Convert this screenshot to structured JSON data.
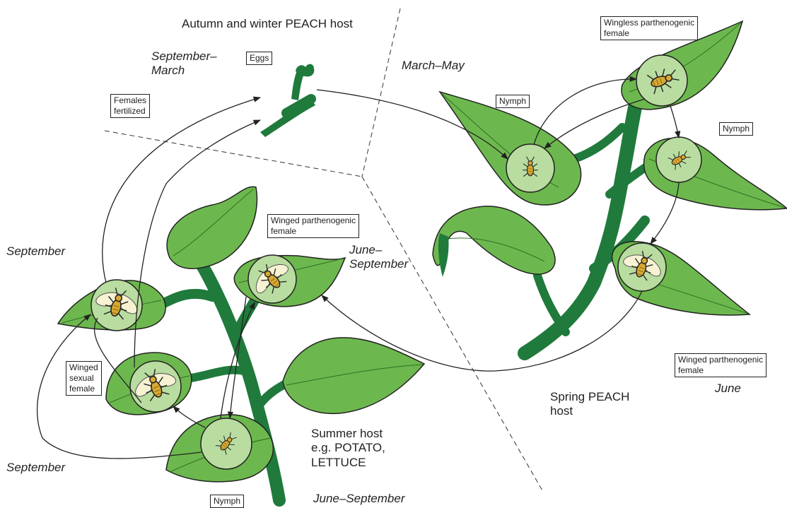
{
  "regions": {
    "autumn_winter": "Autumn and winter PEACH host",
    "spring": "Spring PEACH\nhost",
    "summer": "Summer host\ne.g. POTATO,\nLETTUCE"
  },
  "seasons": {
    "sep_mar": "September–\nMarch",
    "mar_may": "March–May",
    "june_sep_mid": "June–\nSeptember",
    "june": "June",
    "june_sep_bottom": "June–September",
    "september_top": "September",
    "september_bottom": "September"
  },
  "stages": {
    "eggs": "Eggs",
    "females_fertilized": "Females\nfertilized",
    "nymph_spring_left": "Nymph",
    "wingless_female": "Wingless parthenogenic\nfemale",
    "nymph_spring_right": "Nymph",
    "winged_female_spring": "Winged parthenogenic\nfemale",
    "winged_female_summer": "Winged parthenogenic\nfemale",
    "winged_sexual_female": "Winged\nsexual\nfemale",
    "nymph_summer": "Nymph"
  },
  "colors": {
    "leaf": "#6db84e",
    "leaf_dark": "#3f8f2e",
    "stem": "#1f7a3c",
    "circle": "#b9dca0",
    "aphid": "#d9a832",
    "wing": "#f6f2d2"
  }
}
